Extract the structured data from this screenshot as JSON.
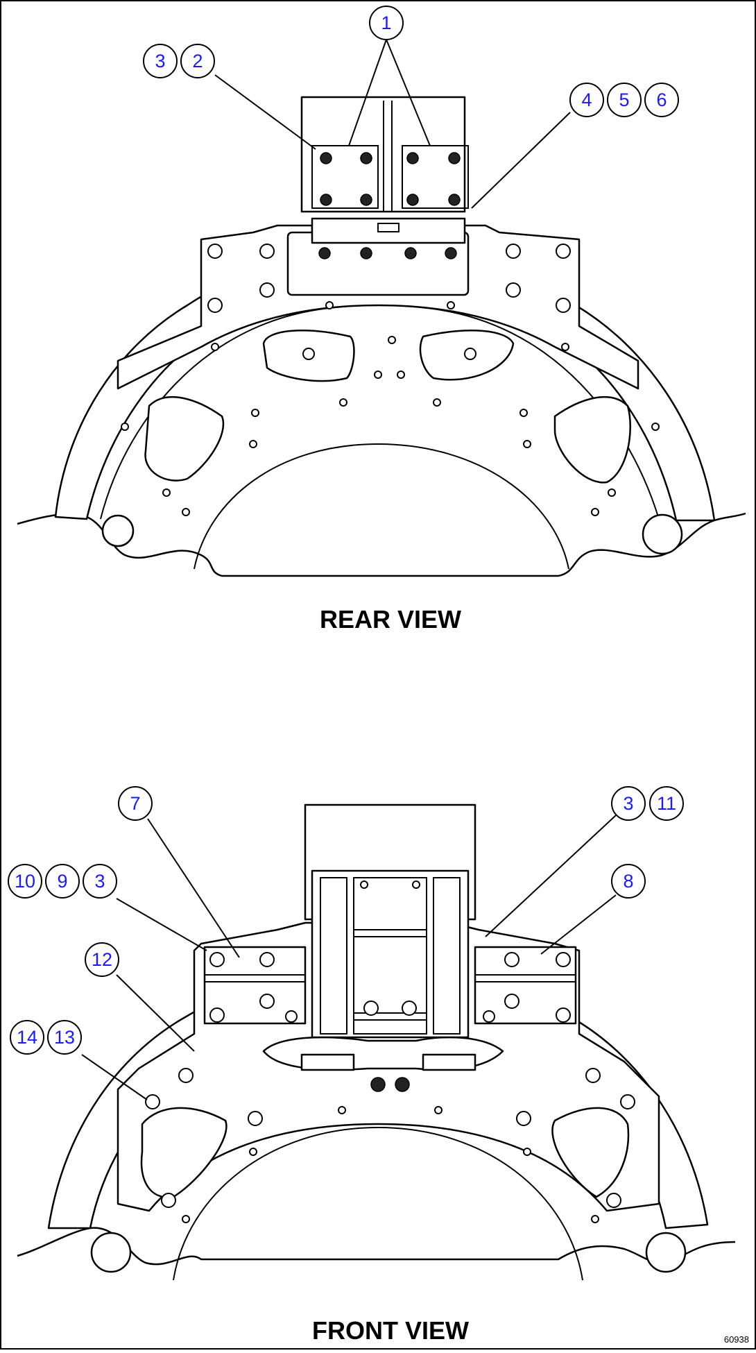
{
  "views": {
    "rear": {
      "title": "REAR VIEW"
    },
    "front": {
      "title": "FRONT VIEW"
    }
  },
  "callouts": {
    "c1": "1",
    "c2": "2",
    "c3a": "3",
    "c4": "4",
    "c5": "5",
    "c6": "6",
    "c7": "7",
    "c8": "8",
    "c9": "9",
    "c10": "10",
    "c3b": "3",
    "c3c": "3",
    "c11": "11",
    "c12": "12",
    "c13": "13",
    "c14": "14"
  },
  "figure_code": "60938",
  "colors": {
    "callout_text": "#1a1aff",
    "line": "#000000",
    "background": "#ffffff"
  }
}
